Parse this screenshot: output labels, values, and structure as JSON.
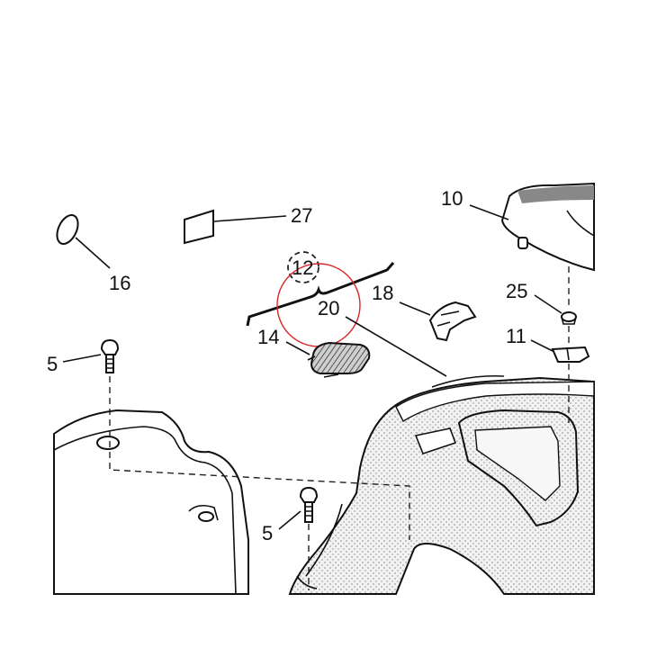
{
  "diagram": {
    "type": "exploded-parts-diagram",
    "callouts": [
      {
        "id": "c10",
        "text": "10"
      },
      {
        "id": "c27",
        "text": "27"
      },
      {
        "id": "c16",
        "text": "16"
      },
      {
        "id": "c12",
        "text": "12"
      },
      {
        "id": "c18",
        "text": "18"
      },
      {
        "id": "c25",
        "text": "25"
      },
      {
        "id": "c20",
        "text": "20"
      },
      {
        "id": "c14",
        "text": "14"
      },
      {
        "id": "c11",
        "text": "11"
      },
      {
        "id": "c5a",
        "text": "5"
      },
      {
        "id": "c5b",
        "text": "5"
      }
    ],
    "highlight": {
      "target": "20",
      "color": "#d8262b"
    }
  }
}
